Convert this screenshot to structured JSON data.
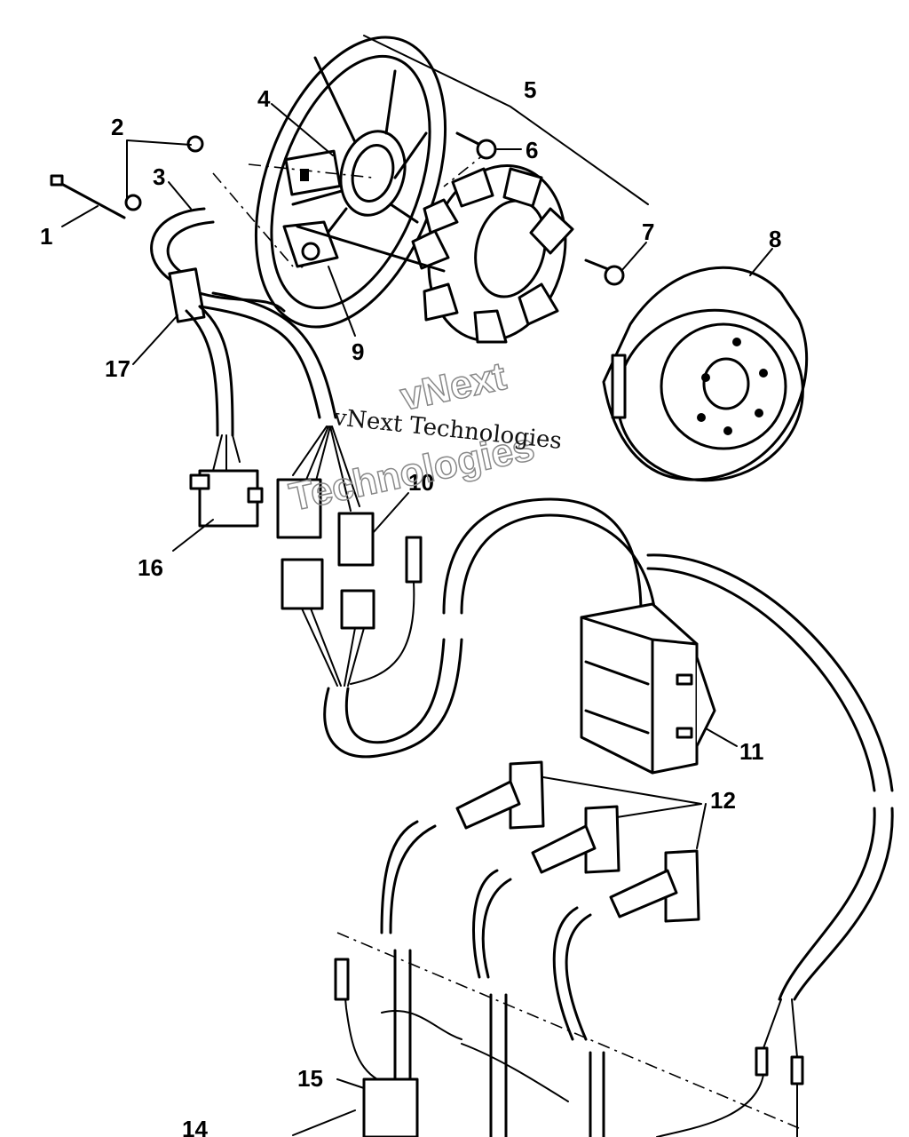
{
  "callouts": {
    "c1": "1",
    "c2": "2",
    "c3": "3",
    "c4": "4",
    "c5": "5",
    "c6": "6",
    "c7": "7",
    "c8": "8",
    "c9": "9",
    "c10": "10",
    "c11": "11",
    "c12": "12",
    "c14": "14",
    "c15": "15",
    "c16": "16",
    "c17": "17"
  },
  "watermark": {
    "line1": "vNext Technologies",
    "line2": "vNext",
    "line3": "Technologies"
  }
}
